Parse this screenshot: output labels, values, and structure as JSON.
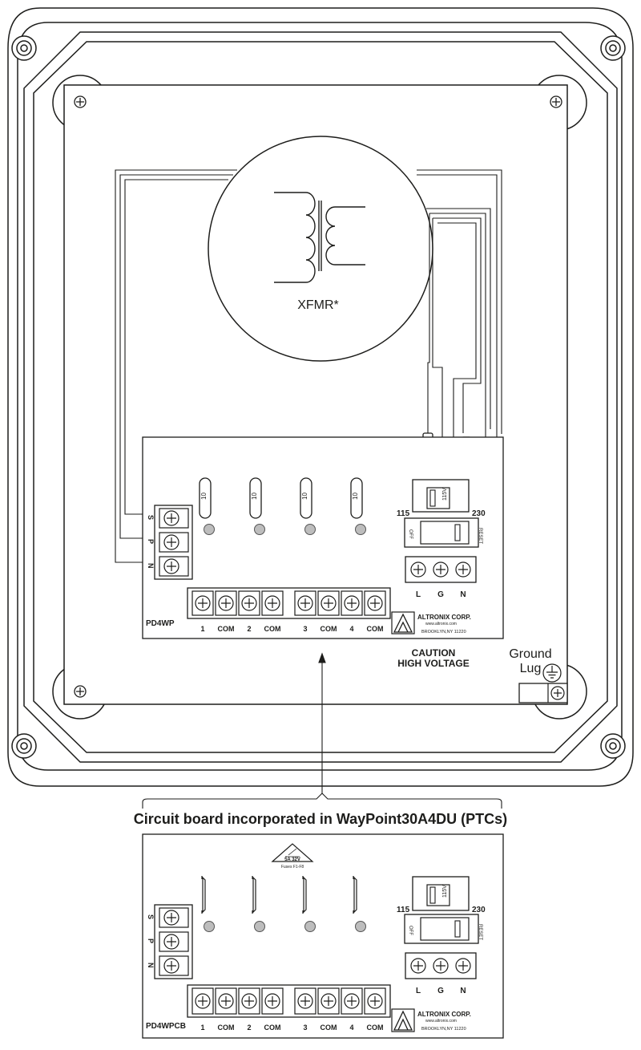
{
  "upper_board": {
    "model": "PD4WP",
    "fuse_values": [
      "10",
      "10",
      "10",
      "10"
    ],
    "terminal_labels": [
      "1",
      "COM",
      "2",
      "COM",
      "3",
      "COM",
      "4",
      "COM"
    ],
    "input_labels": [
      "S",
      "P",
      "N"
    ],
    "ac_labels": [
      "L",
      "G",
      "N"
    ],
    "voltage_low": "115",
    "voltage_high": "230",
    "switch_text": "115V",
    "off_text": "OFF",
    "reset_text": "RESET",
    "maker": "ALTRONIX CORP.",
    "maker_url": "www.altronix.com",
    "maker_city": "BROOKLYN,NY 11220"
  },
  "transformer_label": "XFMR*",
  "caution_line1": "CAUTION",
  "caution_line2": "HIGH VOLTAGE",
  "ground_line1": "Ground",
  "ground_line2": "Lug",
  "caption": "Circuit board incorporated in WayPoint30A4DU (PTCs)",
  "lower_board": {
    "model": "PD4WPCB",
    "fuse_rating": "5A 32V",
    "fuse_note": "Fuses F1-F8",
    "terminal_labels": [
      "1",
      "COM",
      "2",
      "COM",
      "3",
      "COM",
      "4",
      "COM"
    ],
    "input_labels": [
      "S",
      "P",
      "N"
    ],
    "ac_labels": [
      "L",
      "G",
      "N"
    ],
    "voltage_low": "115",
    "voltage_high": "230",
    "switch_text": "115V",
    "off_text": "OFF",
    "reset_text": "RESET",
    "maker": "ALTRONIX CORP.",
    "maker_url": "www.altronix.com",
    "maker_city": "BROOKLYN,NY 11220"
  }
}
